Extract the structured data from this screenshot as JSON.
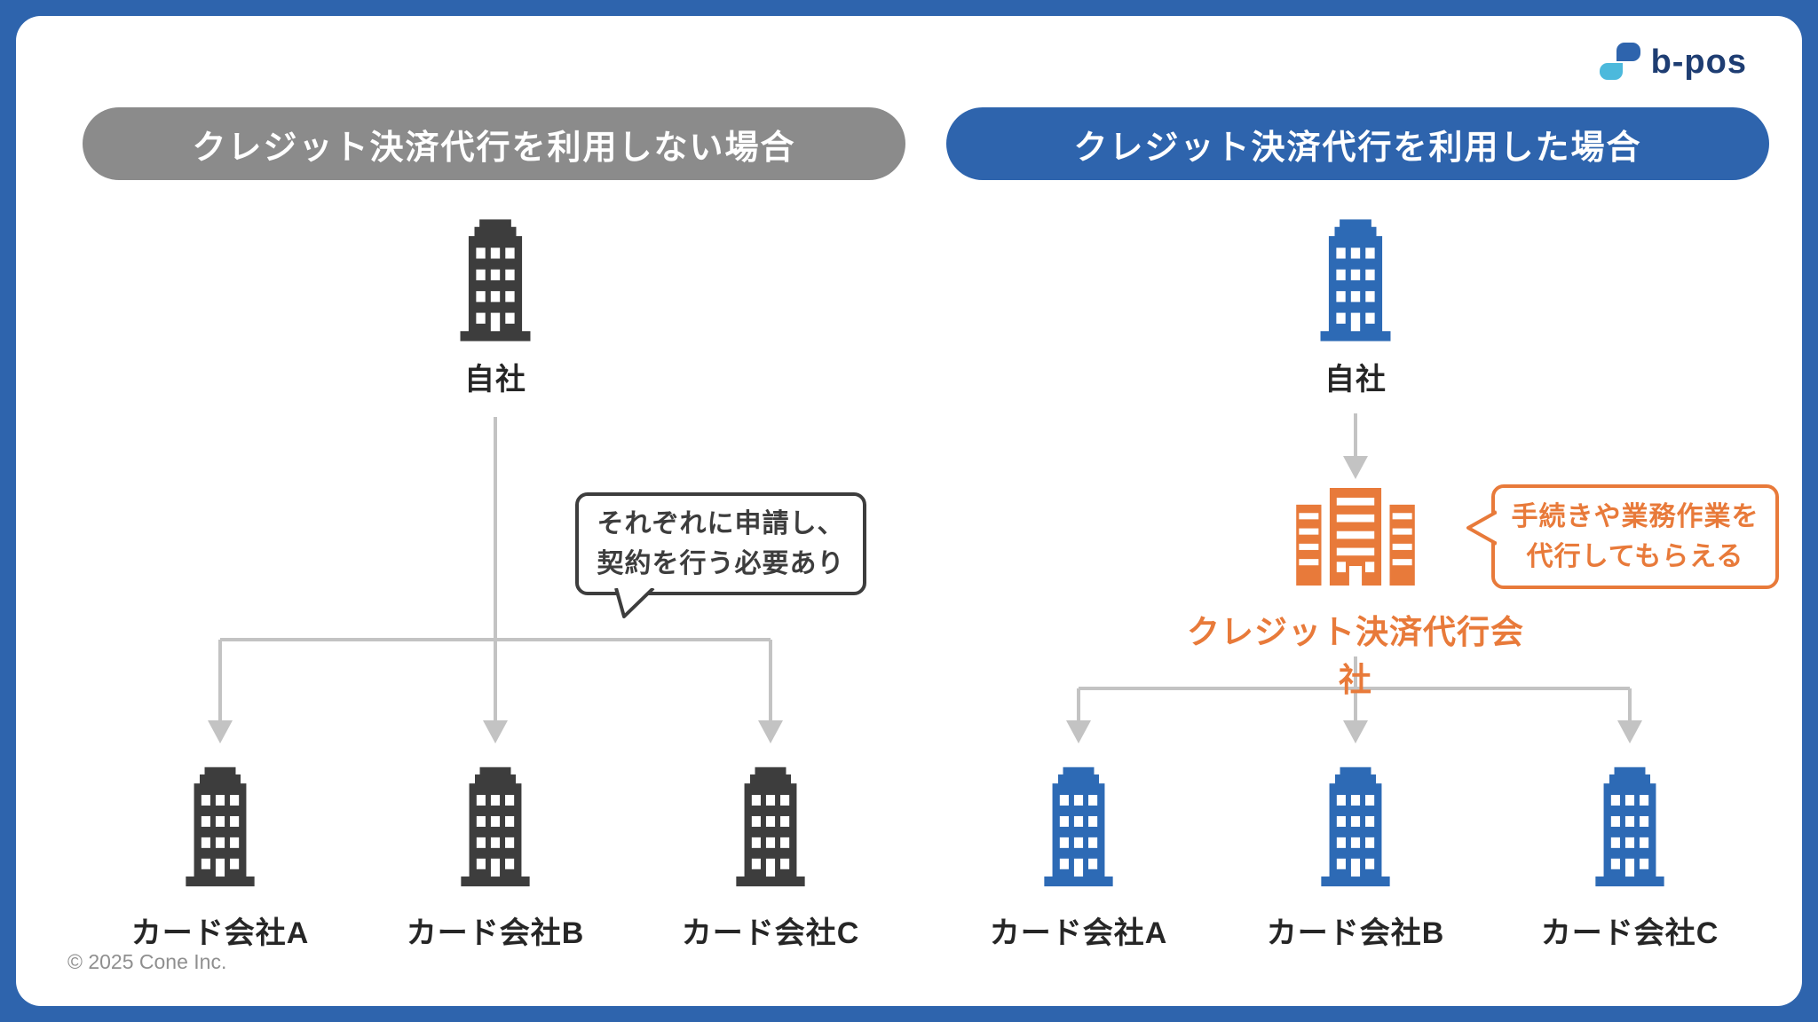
{
  "logo": {
    "text": "b-pos",
    "color_dark": "#1e3d72",
    "color_light": "#4cb9dc"
  },
  "left": {
    "header": "クレジット決済代行を利用しない場合",
    "header_color": "#8b8b8b",
    "company_label": "自社",
    "note_line1": "それぞれに申請し、",
    "note_line2": "契約を行う必要あり",
    "cards": [
      "カード会社A",
      "カード会社B",
      "カード会社C"
    ],
    "icon_color": "#3d3d3d"
  },
  "right": {
    "header": "クレジット決済代行を利用した場合",
    "header_color": "#2e64ad",
    "company_label": "自社",
    "agency_label": "クレジット決済代行会社",
    "note_line1": "手続きや業務作業を",
    "note_line2": "代行してもらえる",
    "cards": [
      "カード会社A",
      "カード会社B",
      "カード会社C"
    ],
    "icon_color": "#2d6ab5",
    "agency_color": "#e87a3a"
  },
  "footer": {
    "copyright": "© 2025 Cone Inc."
  },
  "connector_color": "#c3c3c3"
}
